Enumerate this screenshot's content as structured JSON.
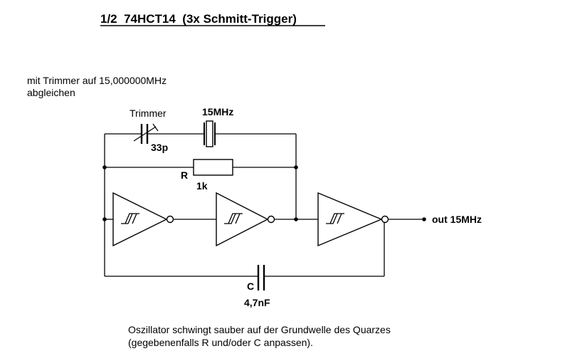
{
  "title": "1/2  74HCT14  (3x Schmitt-Trigger)",
  "note": {
    "line1": "mit Trimmer auf 15,000000MHz",
    "line2": "abgleichen"
  },
  "components": {
    "trimmer": {
      "label": "Trimmer",
      "value": "33p"
    },
    "crystal": {
      "value": "15MHz"
    },
    "resistor": {
      "label": "R",
      "value": "1k"
    },
    "capacitor": {
      "label": "C",
      "value": "4,7nF"
    }
  },
  "output": {
    "label": "out 15MHz"
  },
  "footer": {
    "line1": "Oszillator schwingt sauber auf der Grundwelle des Quarzes",
    "line2": "(gegebenenfalls R und/oder C anpassen)."
  },
  "colors": {
    "ink": "#000000",
    "background": "#ffffff"
  }
}
